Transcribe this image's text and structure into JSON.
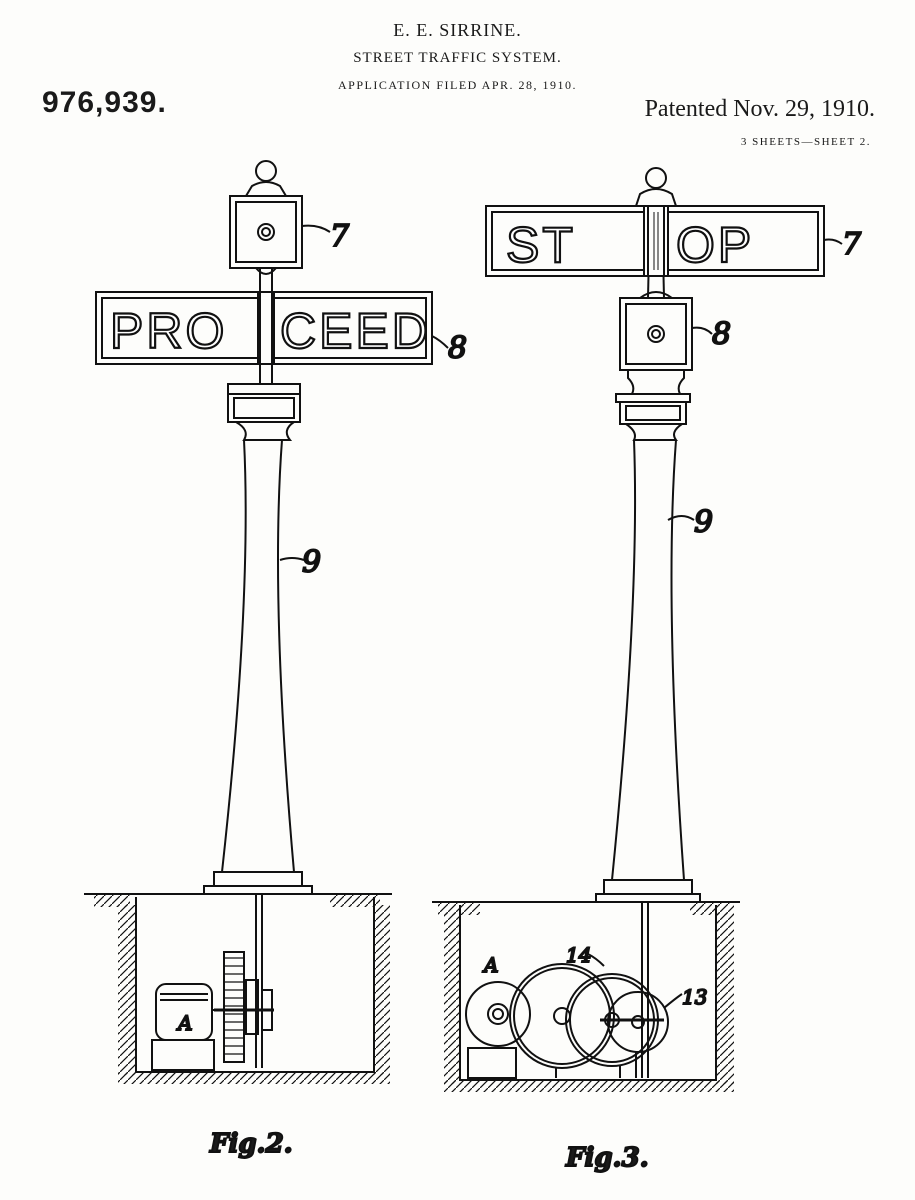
{
  "header": {
    "inventor": "E. E. SIRRINE.",
    "title": "STREET TRAFFIC SYSTEM.",
    "filed": "APPLICATION FILED APR. 28, 1910.",
    "patent_number": "976,939.",
    "patented": "Patented Nov. 29, 1910.",
    "sheets": "3 SHEETS—SHEET 2."
  },
  "fig2": {
    "caption": "Fig.2.",
    "sign_text_left": "PRO",
    "sign_text_right": "CEED",
    "refs": {
      "upper_sign": "7",
      "lower_sign": "8",
      "post": "9",
      "motor": "A"
    }
  },
  "fig3": {
    "caption": "Fig.3.",
    "sign_text_left": "ST",
    "sign_text_right": "OP",
    "refs": {
      "upper_sign": "7",
      "lower_sign": "8",
      "post": "9",
      "motor": "A",
      "wheel": "14",
      "crank": "13"
    }
  },
  "colors": {
    "ink": "#111111",
    "paper": "#fdfdfb"
  }
}
